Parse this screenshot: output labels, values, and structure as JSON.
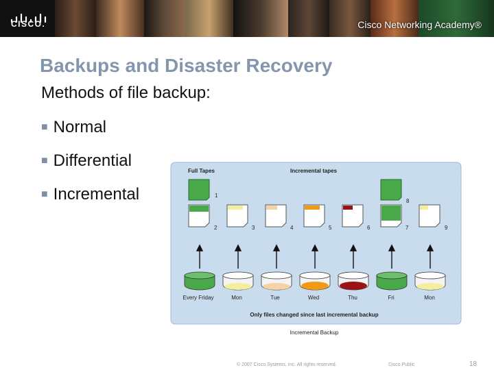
{
  "banner": {
    "brand": "CISCO.",
    "academy": "Cisco Networking Academy®"
  },
  "slide": {
    "title": "Backups and Disaster Recovery",
    "subtitle": "Methods of file backup:",
    "bullets": [
      "Normal",
      "Differential",
      "Incremental"
    ]
  },
  "diagram": {
    "label_full_tapes": "Full Tapes",
    "label_incremental_tapes": "Incremental tapes",
    "tape_numbers": [
      "1",
      "2",
      "3",
      "4",
      "5",
      "6",
      "7",
      "8",
      "9"
    ],
    "days": [
      "Every Friday",
      "Mon",
      "Tue",
      "Wed",
      "Thu",
      "Fri",
      "Mon"
    ],
    "note": "Only files changed since last incremental backup",
    "caption": "Incremental Backup",
    "colors": {
      "panel": "#c8dcee",
      "full": "#49a84a",
      "mon": "#f4ef9e",
      "tue": "#f6d2a6",
      "wed": "#f29a16",
      "thu": "#9b1414"
    }
  },
  "footer": {
    "copyright": "© 2007 Cisco Systems, Inc. All rights reserved.",
    "classification": "Cisco Public",
    "page_number": "18"
  }
}
